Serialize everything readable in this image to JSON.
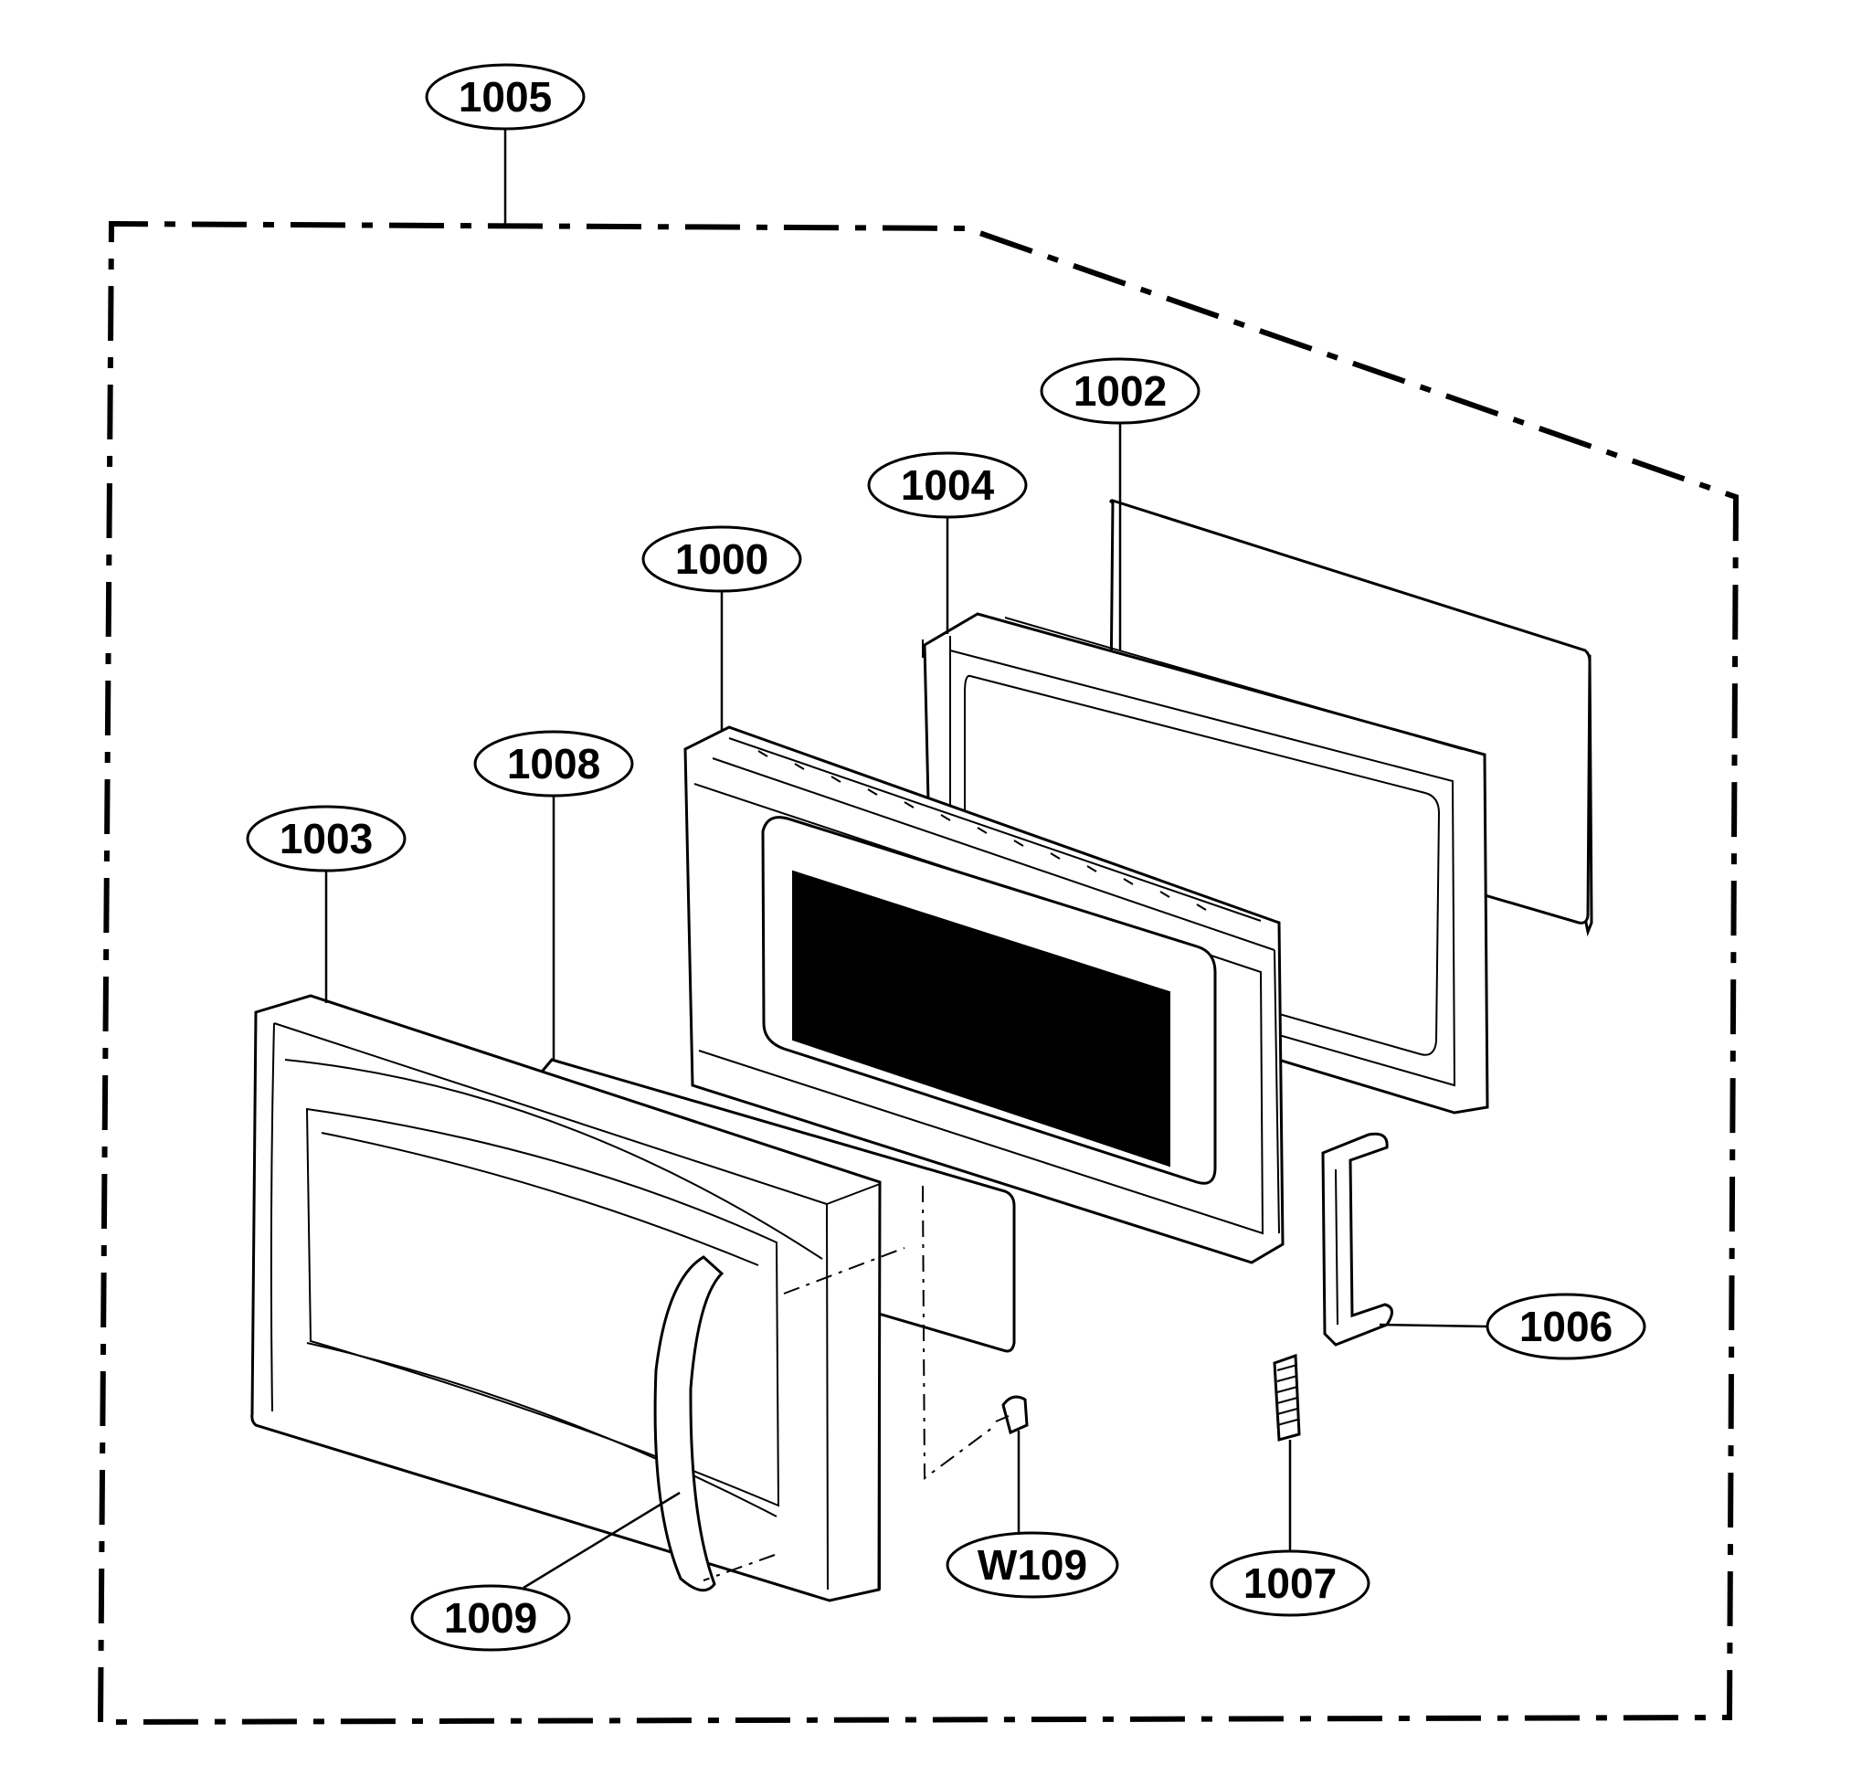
{
  "callouts": [
    {
      "id": "c1005",
      "label": "1005"
    },
    {
      "id": "c1002",
      "label": "1002"
    },
    {
      "id": "c1004",
      "label": "1004"
    },
    {
      "id": "c1000",
      "label": "1000"
    },
    {
      "id": "c1008",
      "label": "1008"
    },
    {
      "id": "c1003",
      "label": "1003"
    },
    {
      "id": "c1006",
      "label": "1006"
    },
    {
      "id": "c1009",
      "label": "1009"
    },
    {
      "id": "cW109",
      "label": "W109"
    },
    {
      "id": "c1007",
      "label": "1007"
    }
  ]
}
